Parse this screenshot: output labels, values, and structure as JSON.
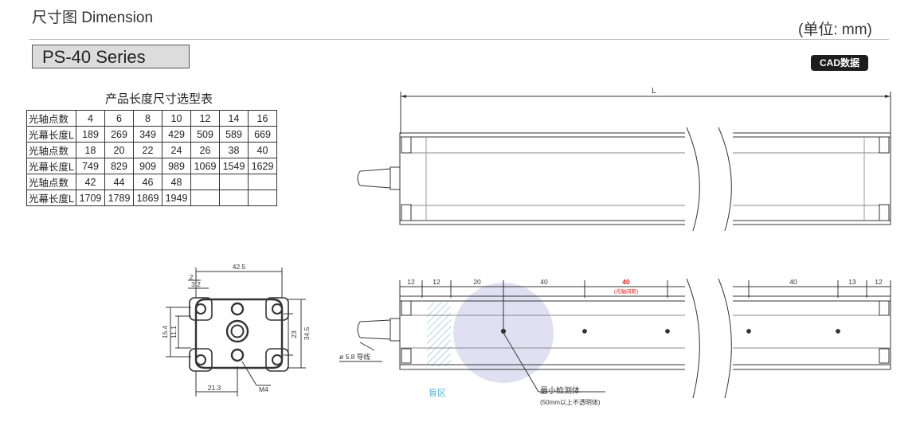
{
  "header": {
    "title": "尺寸图 Dimension",
    "unit": "(单位: mm)",
    "series": "PS-40 Series",
    "cad_button": "CAD数据"
  },
  "table": {
    "title": "产品长度尺寸选型表",
    "rows": [
      {
        "label": "光轴点数",
        "values": [
          "4",
          "6",
          "8",
          "10",
          "12",
          "14",
          "16"
        ]
      },
      {
        "label": "光幕长度L",
        "values": [
          "189",
          "269",
          "349",
          "429",
          "509",
          "589",
          "669"
        ]
      },
      {
        "label": "光轴点数",
        "values": [
          "18",
          "20",
          "22",
          "24",
          "26",
          "38",
          "40"
        ]
      },
      {
        "label": "光幕长度L",
        "values": [
          "749",
          "829",
          "909",
          "989",
          "1069",
          "1549",
          "1629"
        ]
      },
      {
        "label": "光轴点数",
        "values": [
          "42",
          "44",
          "46",
          "48",
          "",
          "",
          ""
        ]
      },
      {
        "label": "光幕长度L",
        "values": [
          "1709",
          "1789",
          "1869",
          "1949",
          "",
          "",
          ""
        ]
      }
    ]
  },
  "drawing": {
    "top_view_dim": "L",
    "section": {
      "width": "42.5",
      "top_small_1": "2",
      "top_small_2": "3.2",
      "left_outer": "15.4",
      "left_inner": "11.1",
      "right_inner": "23",
      "right_outer": "34.5",
      "bottom_dim": "21.3",
      "thread": "M4"
    },
    "front_view": {
      "dims": [
        "12",
        "12",
        "20",
        "40",
        "40",
        "40",
        "13",
        "12"
      ],
      "pitch_label": "(光轴间距)",
      "cable_label": "ø 5.8 导线",
      "blind_zone": "盲区",
      "min_object": "最小检测体",
      "min_object_note": "(50mm以上不透明体)"
    },
    "accent_color": "#e02020",
    "blind_color": "#4fb3d9"
  }
}
